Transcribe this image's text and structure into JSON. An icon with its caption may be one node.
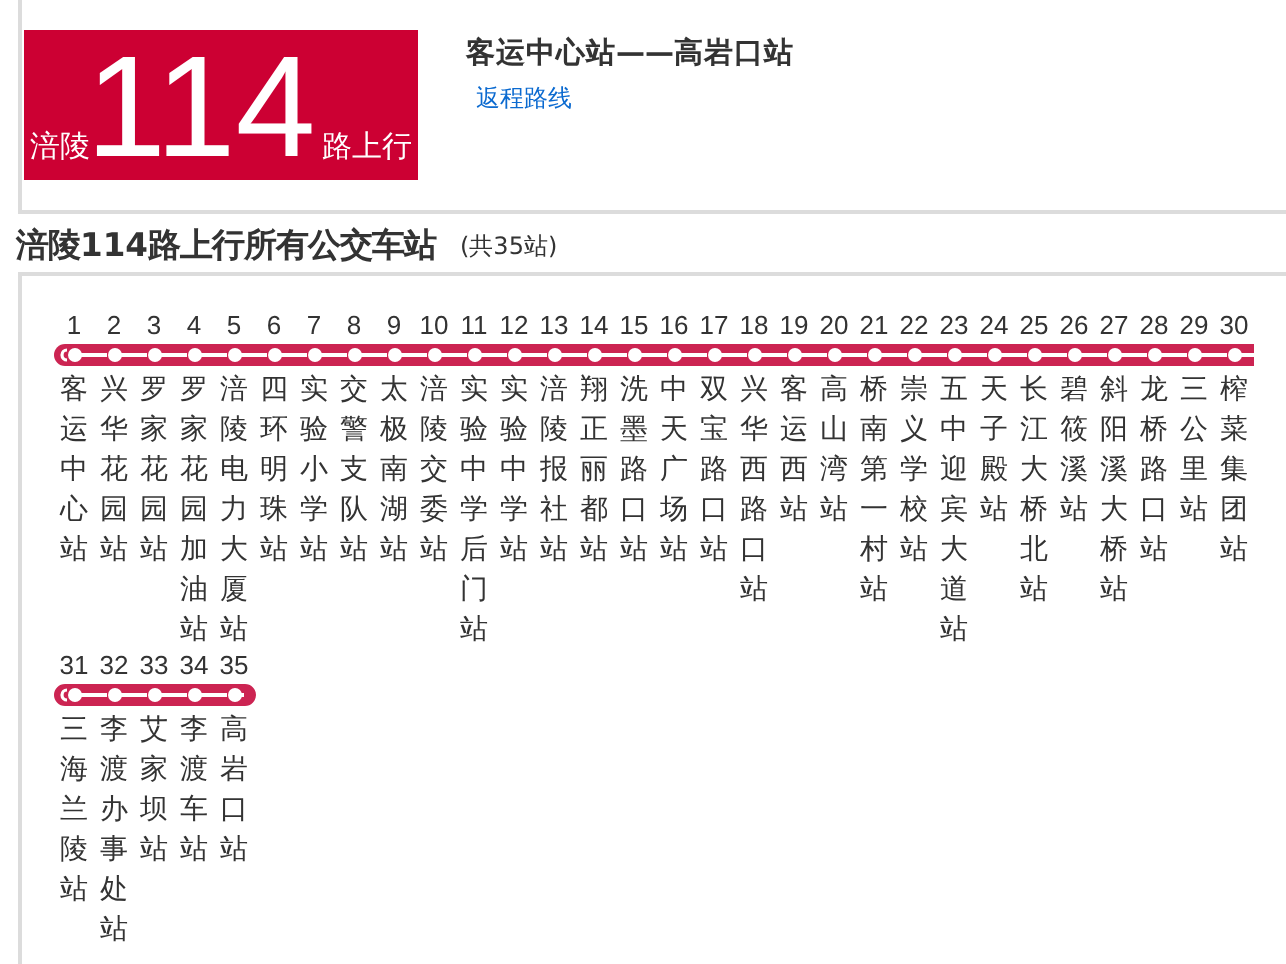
{
  "diagram": {
    "nodes": [
      {
        "text": [
          "涪陵",
          "114",
          "路上行"
        ]
      },
      {
        "text": [],
        "shape": "circle",
        "beside": [
          "1",
          "客运中心站"
        ]
      },
      {
        "text": [],
        "shape": "circle",
        "beside": [
          "2",
          "兴华花园站"
        ]
      },
      {
        "text": [],
        "shape": "circle",
        "beside": [
          "3",
          "罗家花园站"
        ]
      },
      {
        "text": [],
        "shape": "circle",
        "beside": [
          "4",
          "罗家花园加油站"
        ]
      },
      {
        "text": [],
        "shape": "circle",
        "beside": [
          "5",
          "涪陵电力大厦站"
        ]
      },
      {
        "text": [],
        "shape": "circle",
        "beside": [
          "6",
          "四环明珠站"
        ]
      },
      {
        "text": [],
        "shape": "circle",
        "beside": [
          "7",
          "实验小学站"
        ]
      },
      {
        "text": [],
        "shape": "circle",
        "beside": [
          "8",
          "交警支队站"
        ]
      },
      {
        "text": [],
        "shape": "circle",
        "beside": [
          "9",
          "太极南湖站"
        ]
      },
      {
        "text": [],
        "shape": "circle",
        "beside": [
          "10",
          "涪陵交委站"
        ]
      },
      {
        "text": [],
        "shape": "circle",
        "beside": [
          "11",
          "实验中学后门站"
        ]
      },
      {
        "text": [],
        "shape": "circle",
        "beside": [
          "12",
          "实验中学站"
        ]
      },
      {
        "text": [],
        "shape": "circle",
        "beside": [
          "13",
          "涪陵报社站"
        ]
      },
      {
        "text": [],
        "shape": "circle",
        "beside": [
          "14",
          "翔正丽都站"
        ]
      },
      {
        "text": [],
        "shape": "circle",
        "beside": [
          "15",
          "洗墨路口站"
        ]
      },
      {
        "text": [],
        "shape": "circle",
        "beside": [
          "16",
          "中天广场站"
        ]
      },
      {
        "text": [],
        "shape": "circle",
        "beside": [
          "17",
          "双宝路口站"
        ]
      },
      {
        "text": [],
        "shape": "circle",
        "beside": [
          "18",
          "兴华西路口站"
        ]
      },
      {
        "text": [],
        "shape": "circle",
        "beside": [
          "19",
          "客运西站"
        ]
      },
      {
        "text": [],
        "shape": "circle",
        "beside": [
          "20",
          "高山湾站"
        ]
      },
      {
        "text": [],
        "shape": "circle",
        "beside": [
          "21",
          "桥南第一村站"
        ]
      },
      {
        "text": [],
        "shape": "circle",
        "beside": [
          "22",
          "崇义学校站"
        ]
      },
      {
        "text": [],
        "shape": "circle",
        "beside": [
          "23",
          "五中迎宾大道站"
        ]
      },
      {
        "text": [],
        "shape": "circle",
        "beside": [
          "24",
          "天子殿站"
        ]
      },
      {
        "text": [],
        "shape": "circle",
        "beside": [
          "25",
          "长江大桥北站"
        ]
      },
      {
        "text": [],
        "shape": "circle",
        "beside": [
          "26",
          "碧筱溪站"
        ]
      },
      {
        "text": [],
        "shape": "circle",
        "beside": [
          "27",
          "斜阳溪大桥站"
        ]
      },
      {
        "text": [],
        "shape": "circle",
        "beside": [
          "28",
          "龙桥路口站"
        ]
      },
      {
        "text": [],
        "shape": "circle",
        "beside": [
          "29",
          "三公里站"
        ]
      },
      {
        "text": [],
        "shape": "circle",
        "beside": [
          "30",
          "榨菜集团站"
        ]
      },
      {
        "text": [],
        "shape": "circle",
        "beside": [
          "31",
          "三海兰陵站"
        ]
      },
      {
        "text": [],
        "shape": "circle",
        "beside": [
          "32",
          "李渡办事处站"
        ]
      },
      {
        "text": [],
        "shape": "circle",
        "beside": [
          "33",
          "艾家坝站"
        ]
      },
      {
        "text": [],
        "shape": "circle",
        "beside": [
          "34",
          "李渡车站"
        ]
      },
      {
        "text": [],
        "shape": "circle",
        "beside": [
          "35",
          "高岩口站"
        ]
      }
    ],
    "edges": [
      {
        "from": 1,
        "to": 2,
        "arrow": "none"
      },
      {
        "from": 2,
        "to": 3,
        "arrow": "none"
      },
      {
        "from": 3,
        "to": 4,
        "arrow": "none"
      },
      {
        "from": 4,
        "to": 5,
        "arrow": "none"
      },
      {
        "from": 5,
        "to": 6,
        "arrow": "none"
      },
      {
        "from": 6,
        "to": 7,
        "arrow": "none"
      },
      {
        "from": 7,
        "to": 8,
        "arrow": "none"
      },
      {
        "from": 8,
        "to": 9,
        "arrow": "none"
      },
      {
        "from": 9,
        "to": 10,
        "arrow": "none"
      },
      {
        "from": 10,
        "to": 11,
        "arrow": "none"
      },
      {
        "from": 11,
        "to": 12,
        "arrow": "none"
      },
      {
        "from": 12,
        "to": 13,
        "arrow": "none"
      },
      {
        "from": 13,
        "to": 14,
        "arrow": "none"
      },
      {
        "from": 14,
        "to": 15,
        "arrow": "none"
      },
      {
        "from": 15,
        "to": 16,
        "arrow": "none"
      },
      {
        "from": 16,
        "to": 17,
        "arrow": "none"
      },
      {
        "from": 17,
        "to": 18,
        "arrow": "none"
      },
      {
        "from": 18,
        "to": 19,
        "arrow": "none"
      },
      {
        "from": 19,
        "to": 20,
        "arrow": "none"
      },
      {
        "from": 20,
        "to": 21,
        "arrow": "none"
      },
      {
        "from": 21,
        "to": 22,
        "arrow": "none"
      },
      {
        "from": 22,
        "to": 23,
        "arrow": "none"
      },
      {
        "from": 23,
        "to": 24,
        "arrow": "none"
      },
      {
        "from": 24,
        "to": 25,
        "arrow": "none"
      },
      {
        "from": 25,
        "to": 26,
        "arrow": "none"
      },
      {
        "from": 26,
        "to": 27,
        "arrow": "none"
      },
      {
        "from": 27,
        "to": 28,
        "arrow": "none"
      },
      {
        "from": 28,
        "to": 29,
        "arrow": "none"
      },
      {
        "from": 29,
        "to": 30,
        "arrow": "none"
      },
      {
        "from": 31,
        "to": 32,
        "arrow": "none"
      },
      {
        "from": 32,
        "to": 33,
        "arrow": "none"
      },
      {
        "from": 33,
        "to": 34,
        "arrow": "none"
      },
      {
        "from": 34,
        "to": 35,
        "arrow": "none"
      }
    ],
    "labels": [
      "客运中心站——高岩口站",
      "返程路线",
      "涪陵114路上行所有公交车站",
      "(共35站)"
    ]
  }
}
